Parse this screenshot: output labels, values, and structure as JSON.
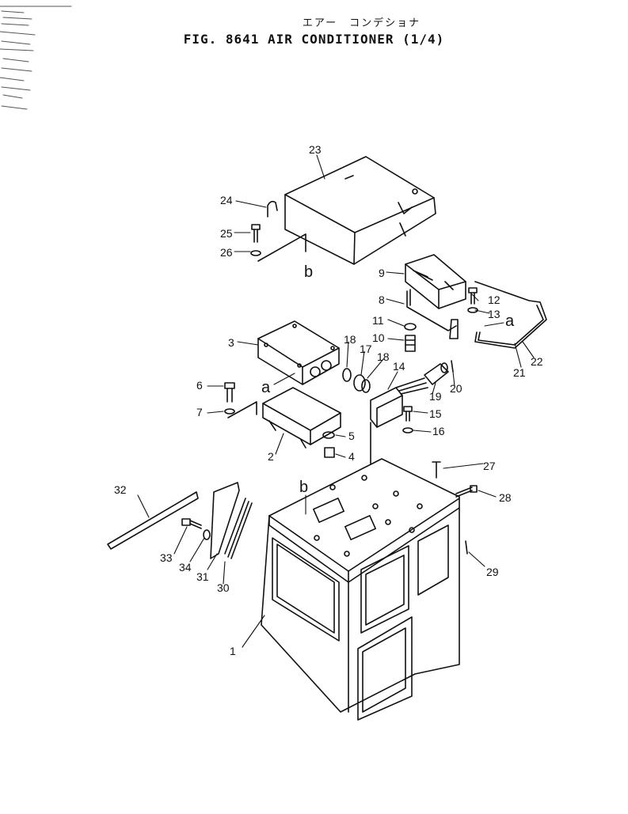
{
  "header": {
    "subtitle_jp": "エアー　コンデショナ",
    "title": "FIG. 8641  AIR CONDITIONER (1/4)"
  },
  "reference_marks": [
    "a",
    "b"
  ],
  "callouts": [
    "1",
    "2",
    "3",
    "4",
    "5",
    "6",
    "7",
    "8",
    "9",
    "10",
    "11",
    "12",
    "13",
    "14",
    "15",
    "16",
    "17",
    "18",
    "19",
    "20",
    "21",
    "22",
    "23",
    "24",
    "25",
    "26",
    "27",
    "28",
    "29",
    "30",
    "31",
    "32",
    "33",
    "34"
  ]
}
